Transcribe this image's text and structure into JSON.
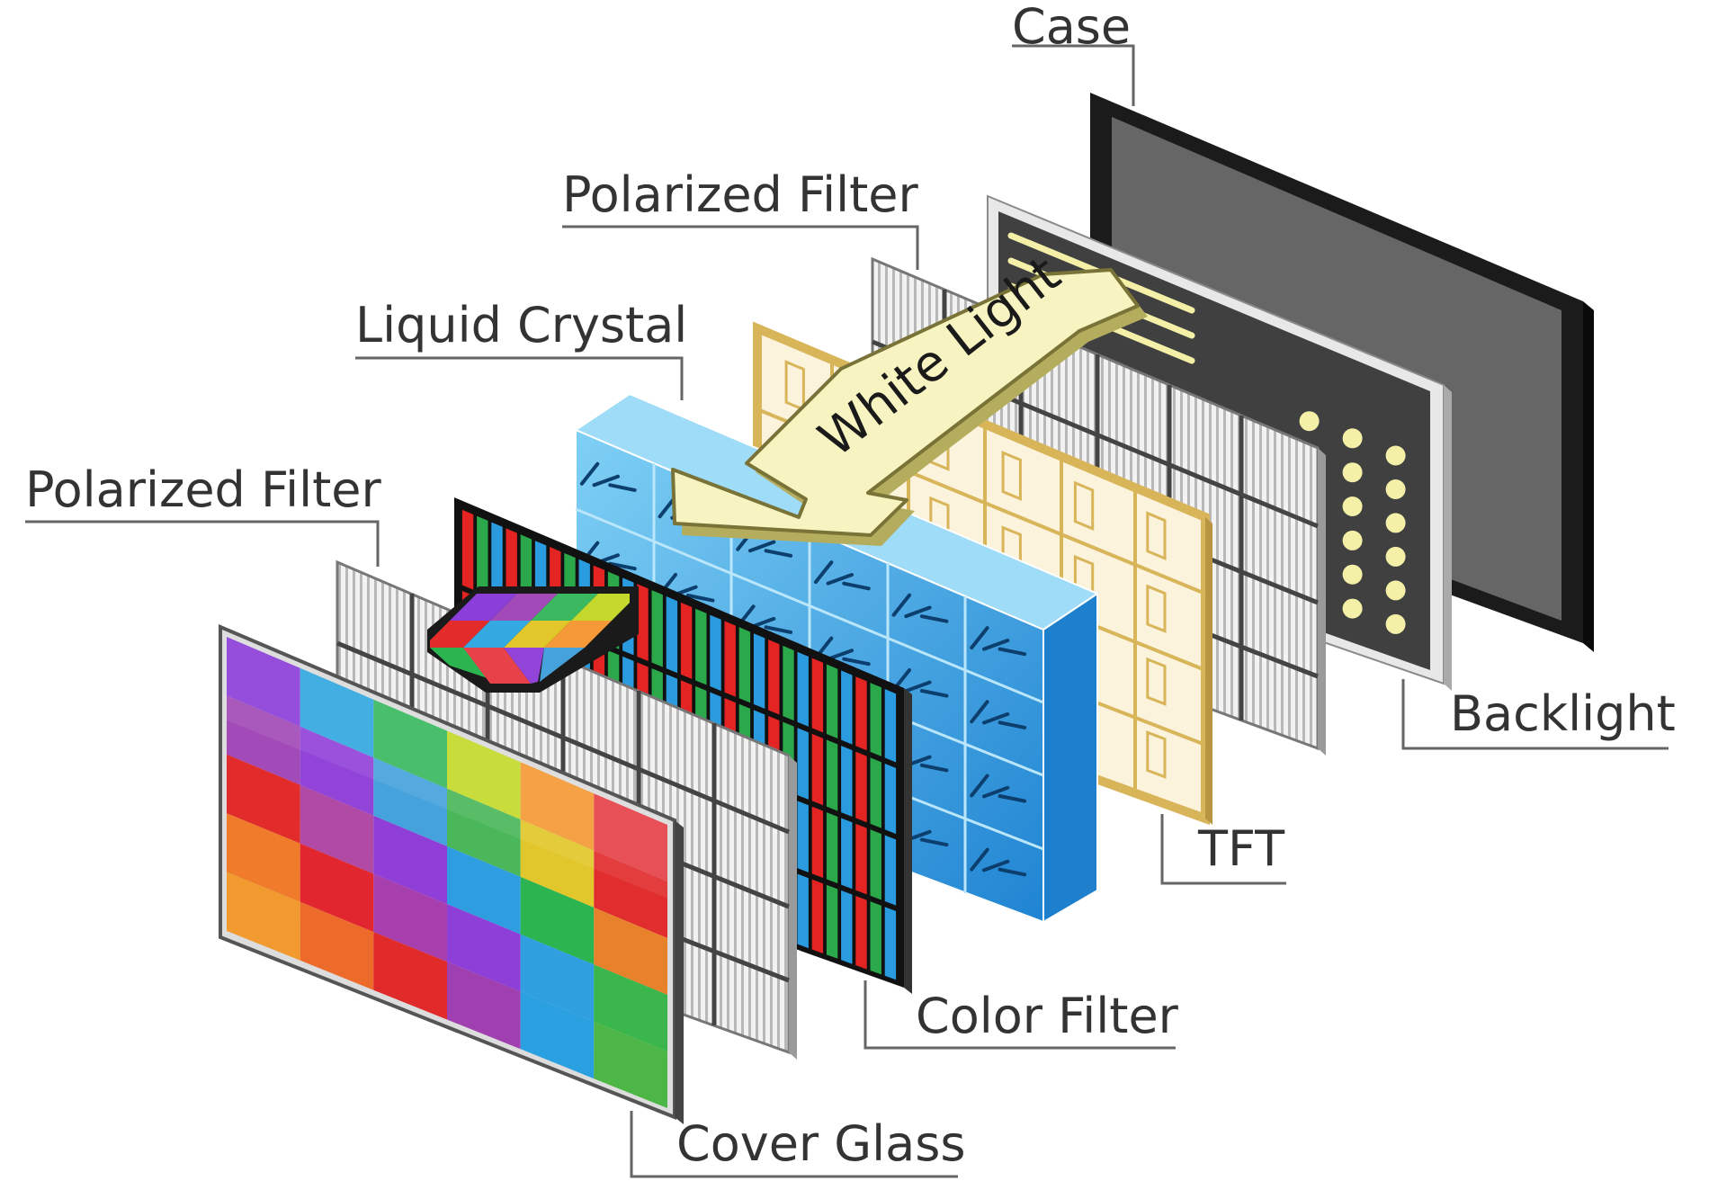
{
  "labels": {
    "case": "Case",
    "polarized_filter_back": "Polarized Filter",
    "liquid_crystal": "Liquid Crystal",
    "polarized_filter_front": "Polarized Filter",
    "backlight": "Backlight",
    "tft": "TFT",
    "color_filter": "Color Filter",
    "cover_glass": "Cover Glass"
  },
  "arrow": {
    "text": "White Light"
  },
  "colors": {
    "case_frame": "#1b1b1b",
    "case_screen": "#666666",
    "backlight_panel": "#404040",
    "backlight_led": "#f4f0a8",
    "polarizer": "#efefef",
    "tft_gold": "#d9b55a",
    "liquid_crystal": "#3ba6e6",
    "color_filter_red": "#e42323",
    "color_filter_green": "#2aa84a",
    "color_filter_blue": "#2b9be0",
    "arrow_fill": "#f8f4c2",
    "label_text": "#333333",
    "leader_line": "#666666"
  },
  "cover_glass_colors": [
    [
      "#8b3fd8",
      "#34a8e0",
      "#3ab960",
      "#c4d92b",
      "#f59a36",
      "#e7424a"
    ],
    [
      "#a24ab7",
      "#9244d9",
      "#46a2dc",
      "#4ab85a",
      "#e2c72c",
      "#e12d2d"
    ],
    [
      "#e22b2b",
      "#b04aa4",
      "#8f3fd8",
      "#2f9ee0",
      "#2bb450",
      "#e8812b"
    ],
    [
      "#ef7b2b",
      "#e2262f",
      "#a83fae",
      "#8d3fd8",
      "#2f9fe0",
      "#3ab64c"
    ],
    [
      "#f09a2f",
      "#ed6b2a",
      "#e12a2a",
      "#a03fb0",
      "#2aa0e0",
      "#4cb747"
    ]
  ]
}
